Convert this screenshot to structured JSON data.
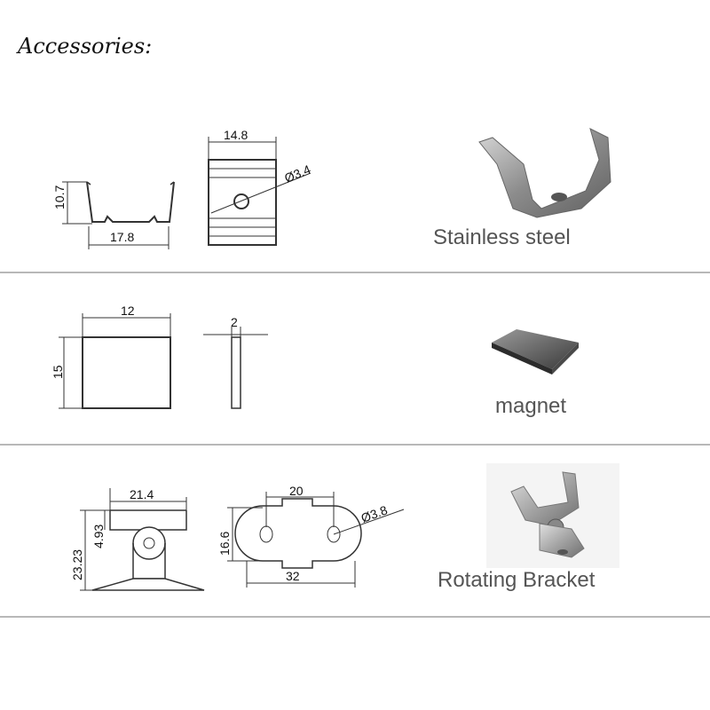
{
  "title": "Accessories:",
  "rows": [
    {
      "name": "Stainless steel",
      "dims": {
        "height": "10.7",
        "width": "17.8",
        "clip_width": "14.8",
        "hole": "Ø3.4"
      }
    },
    {
      "name": "magnet",
      "dims": {
        "width": "12",
        "height": "15",
        "thickness": "2"
      }
    },
    {
      "name": "Rotating Bracket",
      "dims": {
        "top_width": "21.4",
        "clip_height": "4.93",
        "total_height": "23.23",
        "slot_spacing": "20",
        "base_height": "16.6",
        "hole": "Ø3.8",
        "base_length": "32"
      }
    }
  ]
}
